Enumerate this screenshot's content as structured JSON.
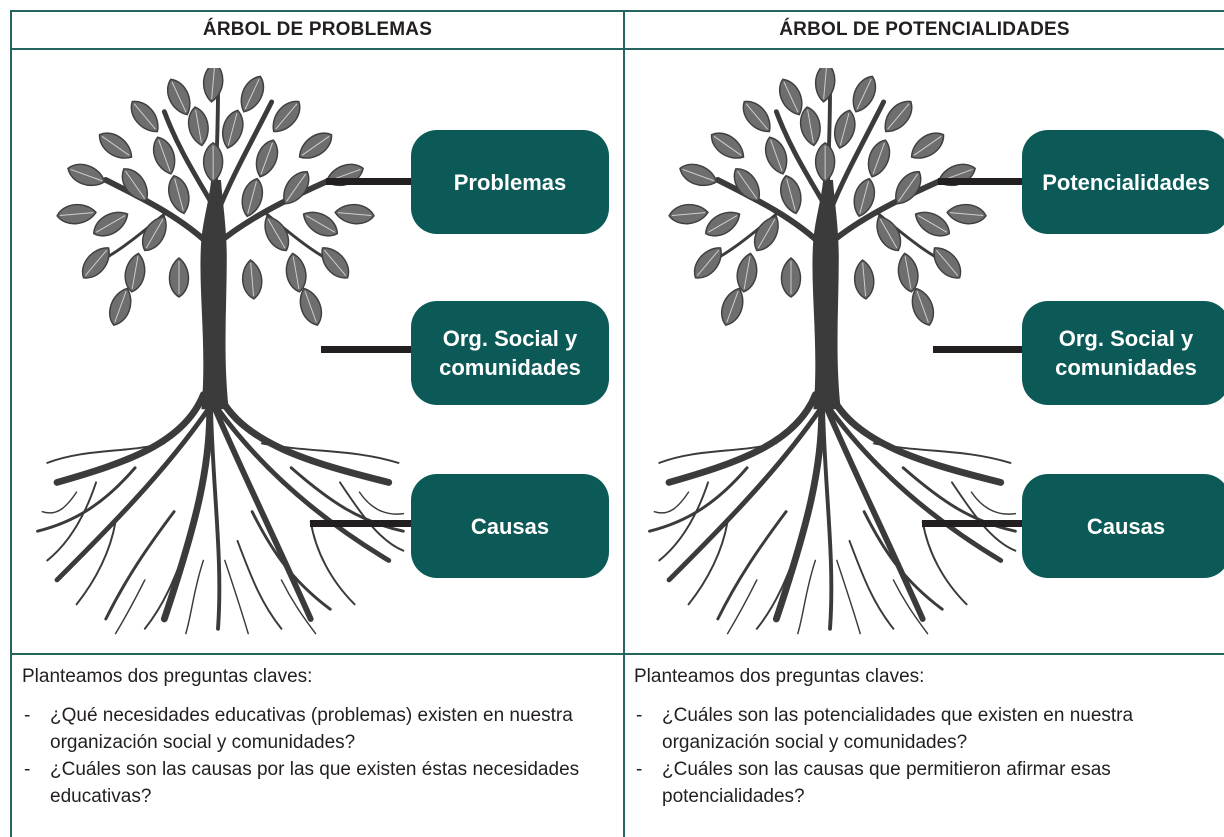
{
  "left_panel": {
    "header": "ÁRBOL DE PROBLEMAS",
    "labels": {
      "top": "Problemas",
      "middle": "Org. Social y comunidades",
      "bottom": "Causas"
    },
    "intro": "Planteamos dos preguntas claves:",
    "questions": [
      "¿Qué necesidades educativas (problemas) existen en nuestra organización social y comunidades?",
      "¿Cuáles son las causas por las que existen éstas necesidades educativas?"
    ]
  },
  "right_panel": {
    "header": "ÁRBOL DE POTENCIALIDADES",
    "labels": {
      "top": "Potencialidades",
      "middle": "Org. Social y comunidades",
      "bottom": "Causas"
    },
    "intro": "Planteamos dos preguntas claves:",
    "questions": [
      "¿Cuáles son las potencialidades que existen en nuestra organización social y comunidades?",
      "¿Cuáles son las causas que permitieron afirmar esas potencialidades?"
    ]
  },
  "colors": {
    "border": "#26655f",
    "label_fill": "#0c5a57",
    "label_text": "#ffffff",
    "tree": "#4a4a4a",
    "connector": "#231f20"
  },
  "icons": {
    "tree": "tree-with-roots-illustration"
  }
}
